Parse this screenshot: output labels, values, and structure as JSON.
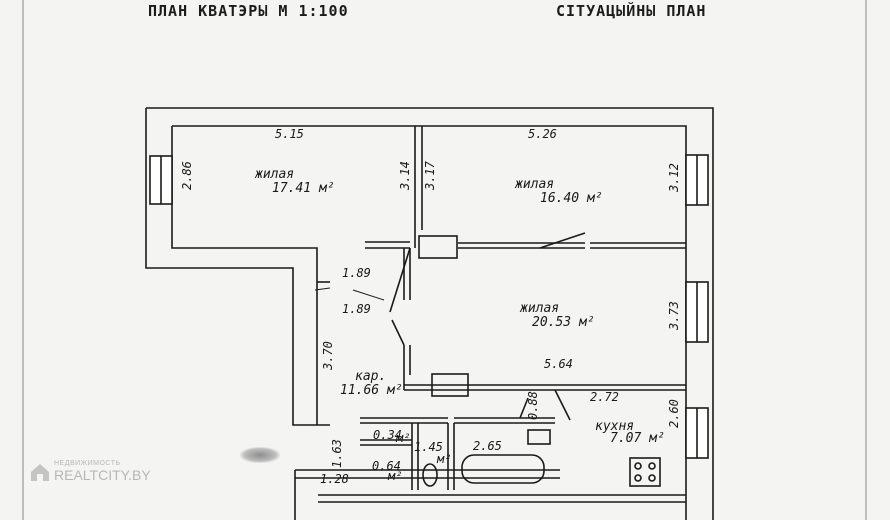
{
  "header": {
    "plan_title": "ПЛАН КВАТЭРЫ М 1:100",
    "situation_title": "СІТУАЦЫЙНЫ ПЛАН"
  },
  "rooms": [
    {
      "name": "жилая",
      "area": "17.41 м²"
    },
    {
      "name": "жилая",
      "area": "16.40 м²"
    },
    {
      "name": "жилая",
      "area": "20.53 м²"
    },
    {
      "name": "кар.",
      "area": "11.66 м²"
    },
    {
      "name": "кухня",
      "area": "7.07 м²"
    }
  ],
  "dimensions": [
    "5.15",
    "5.26",
    "2.86",
    "3.14",
    "3.17",
    "3.12",
    "1.89",
    "1.89",
    "3.73",
    "5.64",
    "3.70",
    "2.72",
    "2.60",
    "0.88",
    "0.34",
    "1.45",
    "2.65",
    "0.64",
    "1.63",
    "1.28"
  ],
  "small_areas": [
    "м²",
    "м²",
    "м²"
  ],
  "watermark": {
    "small_text": "НЕДВИЖИМОСТЬ",
    "brand": "REALTCITY.BY"
  },
  "colors": {
    "paper": "#f4f4f2",
    "ink": "#1a1a1a",
    "wall_fill": "#ffffff",
    "watermark": "#b7b7b7"
  }
}
